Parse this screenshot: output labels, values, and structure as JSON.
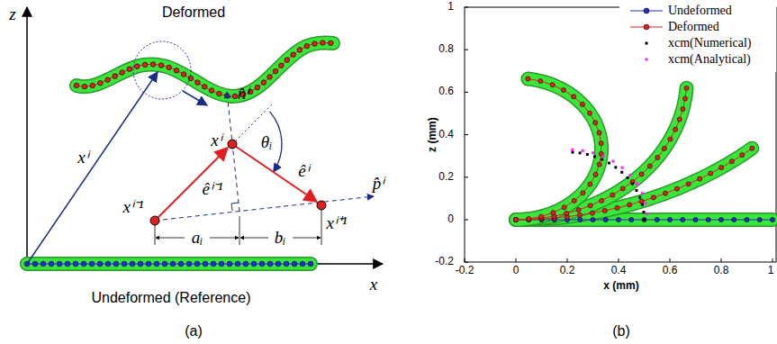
{
  "diagram": {
    "labels": [
      "z",
      "Deformed",
      "xⁱ",
      "n̂ⁱ",
      "xⁱ",
      "θᵢ",
      "êⁱ⁻¹",
      "êⁱ",
      "xⁱ⁻¹",
      "xⁱ⁺¹",
      "p̂ⁱ",
      "aᵢ",
      "bᵢ",
      "x",
      "Undeformed (Reference)",
      "(a)",
      "1",
      "0.8",
      "0.6",
      "0.4",
      "0.2",
      "0",
      "-0.2",
      "-0.2",
      "0",
      "0.2",
      "0.4",
      "0.6",
      "0.8",
      "1",
      "z (mm)",
      "x (mm)",
      "(b)"
    ],
    "legend": [
      {
        "text": "Undeformed"
      },
      {
        "text": "Deformed"
      },
      {
        "text": "xcm(Numerical)"
      },
      {
        "text": "xcm(Analytical)"
      }
    ]
  }
}
